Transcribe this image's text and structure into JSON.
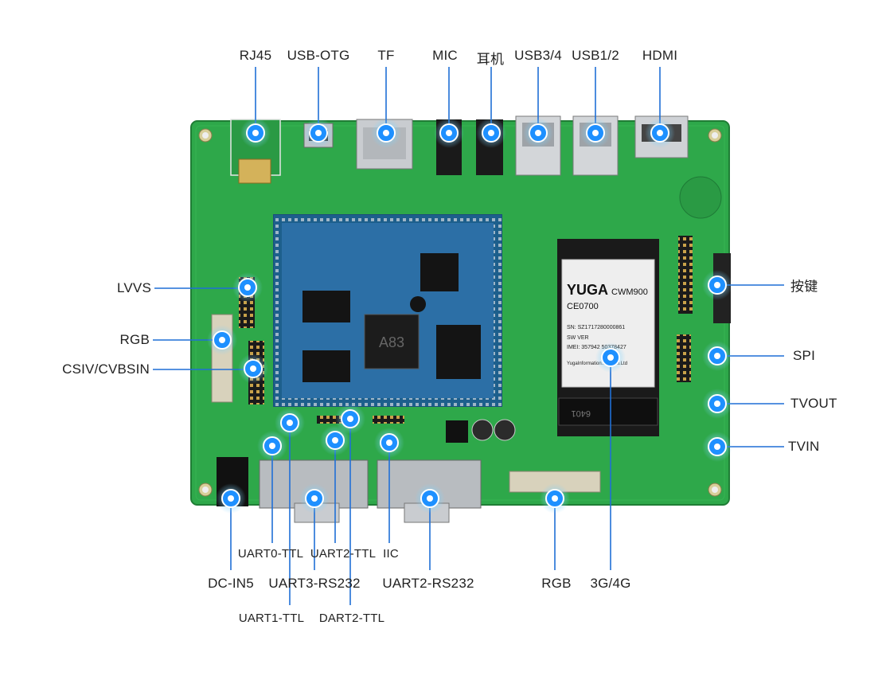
{
  "colors": {
    "pcb": "#2ea84a",
    "pcb_dark": "#1f7d35",
    "som": "#2c6fa6",
    "marker": "#1e90ff",
    "line": "#1f6fd6"
  },
  "labels": {
    "rj45": "RJ45",
    "usb_otg": "USB-OTG",
    "tf": "TF",
    "mic": "MIC",
    "earphone": "耳机",
    "usb34": "USB3/4",
    "usb12": "USB1/2",
    "hdmi": "HDMI",
    "lvvs": "LVVS",
    "rgb_left": "RGB",
    "csiv": "CSIV/CVBSIN",
    "keys": "按键",
    "spi": "SPI",
    "tvout": "TVOUT",
    "tvin": "TVIN",
    "uart0_ttl": "UART0-TTL",
    "uart2_ttl": "UART2-TTL",
    "iic": "IIC",
    "dc_in": "DC-IN5",
    "uart3_rs232": "UART3-RS232",
    "uart2_rs232": "UART2-RS232",
    "rgb_bottom": "RGB",
    "g34": "3G/4G",
    "uart1_ttl": "UART1-TTL",
    "dart2_ttl": "DART2-TTL"
  },
  "module": {
    "brand": "YUGA",
    "model": "CWM900",
    "ce": "CE0700",
    "sn": "SN: SZ1717280000861",
    "sw": "SW VER",
    "imei": "IMEI: 357942 50378427",
    "company": "YugaInformation...ogyCo.Ltd",
    "slot": "6401"
  },
  "chip": {
    "main": "A83"
  }
}
